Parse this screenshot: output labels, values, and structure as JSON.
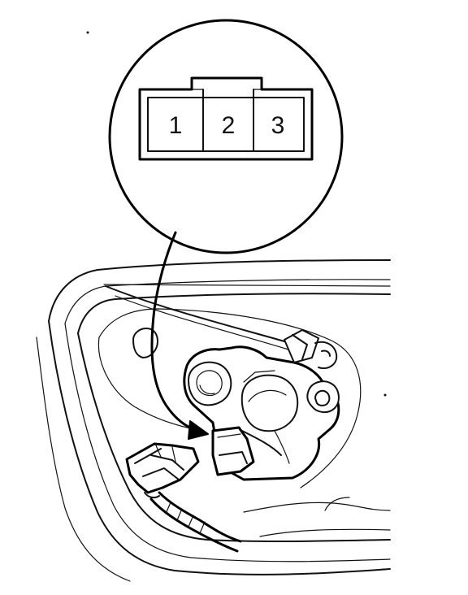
{
  "connector": {
    "pins": [
      "1",
      "2",
      "3"
    ]
  },
  "colors": {
    "ink": "#111111",
    "background": "#ffffff"
  }
}
